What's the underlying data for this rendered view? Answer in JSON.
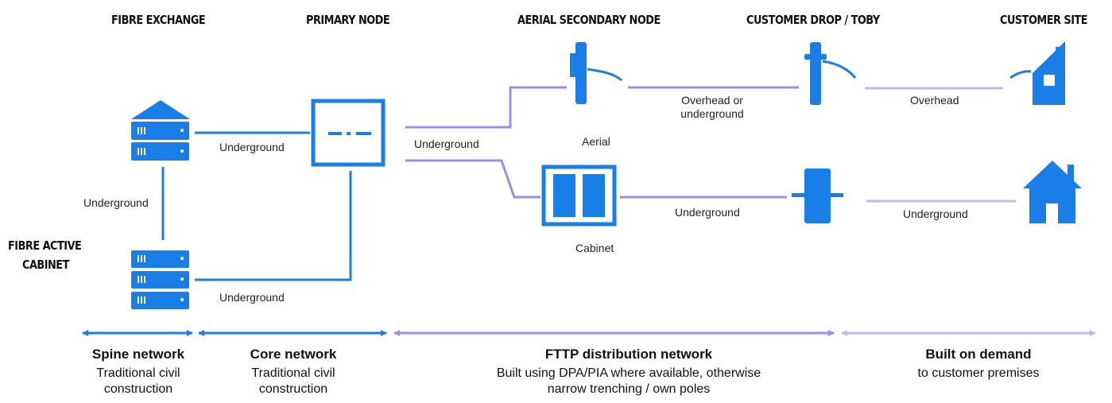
{
  "colors": {
    "blue": "#1a7ee8",
    "purple": "#9f8ceb",
    "lavender": "#c4b8f4",
    "text": "#111111"
  },
  "headers": {
    "fibre_exchange": "FIBRE EXCHANGE",
    "primary_node": "PRIMARY NODE",
    "aerial_secondary_node": "AERIAL SECONDARY NODE",
    "customer_drop": "CUSTOMER DROP / TOBY",
    "customer_site": "CUSTOMER SITE",
    "fibre_active_cabinet_l1": "FIBRE ACTIVE",
    "fibre_active_cabinet_l2": "CABINET"
  },
  "links": {
    "exchange_to_primary": "Underground",
    "exchange_to_cabinet": "Underground",
    "cabinet_to_primary": "Underground",
    "primary_to_distribution": "Underground",
    "aerial_to_drop_l1": "Overhead or",
    "aerial_to_drop_l2": "underground",
    "cabinet_to_drop": "Underground",
    "drop_to_site_overhead": "Overhead",
    "drop_to_site_underground": "Underground"
  },
  "nodes": {
    "aerial_label": "Aerial",
    "cabinet_label": "Cabinet"
  },
  "segments": [
    {
      "title": "Spine network",
      "line1": "Traditional civil",
      "line2": "construction"
    },
    {
      "title": "Core network",
      "line1": "Traditional civil",
      "line2": "construction"
    },
    {
      "title": "FTTP distribution network",
      "line1": "Built using DPA/PIA where available, otherwise",
      "line2": "narrow trenching / own poles"
    },
    {
      "title": "Built on demand",
      "line1": "to customer premises",
      "line2": ""
    }
  ]
}
